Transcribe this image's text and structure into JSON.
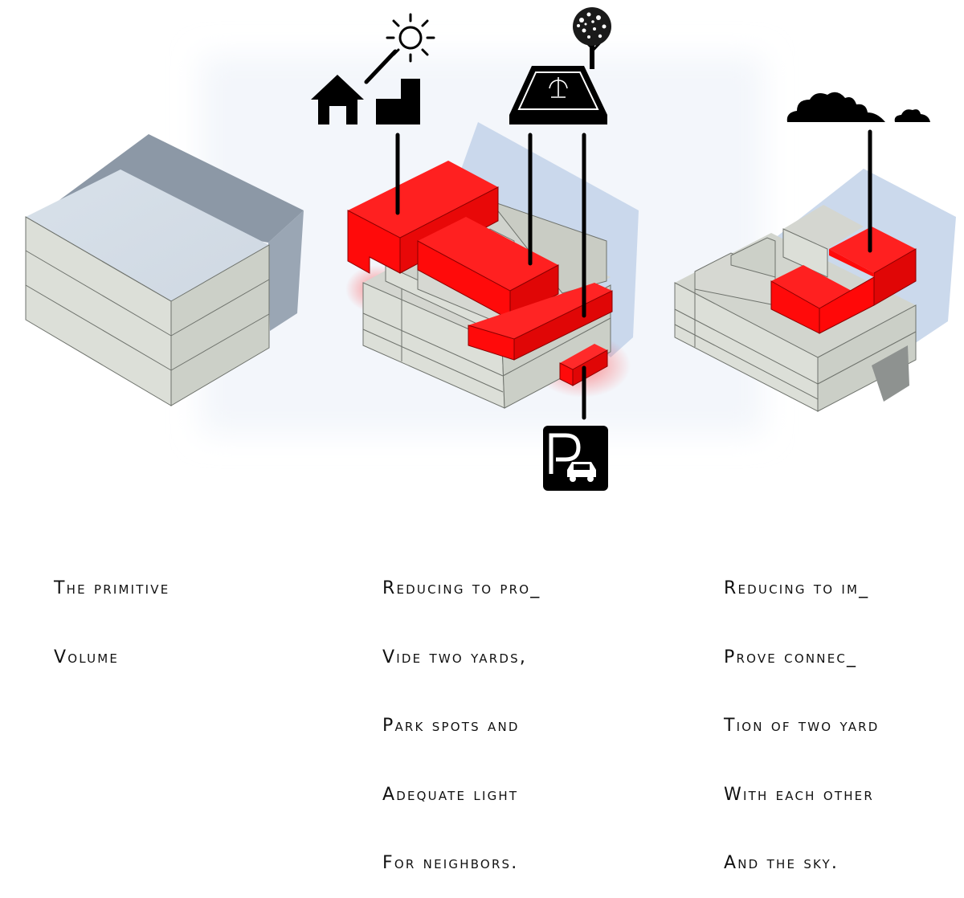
{
  "captions": {
    "primitive": [
      "The primitive",
      "volume"
    ],
    "yards": [
      "Reducing to pro_",
      "vide two yards,",
      "park spots and",
      "adequate light",
      "for neighbors."
    ],
    "sky": [
      "Reducing to im_",
      "prove connec_",
      "tion of two yard",
      "with each other",
      "and the sky."
    ]
  },
  "colors": {
    "accent": "#ff1010",
    "massing": "#d6d8d2",
    "shadow": "#c2d2e8",
    "icon": "#000000"
  },
  "icons": [
    "house-icon",
    "sun-icon",
    "stepped-building-icon",
    "fountain-yard-icon",
    "tree-icon",
    "parking-icon",
    "car-icon",
    "cloud-icon"
  ]
}
